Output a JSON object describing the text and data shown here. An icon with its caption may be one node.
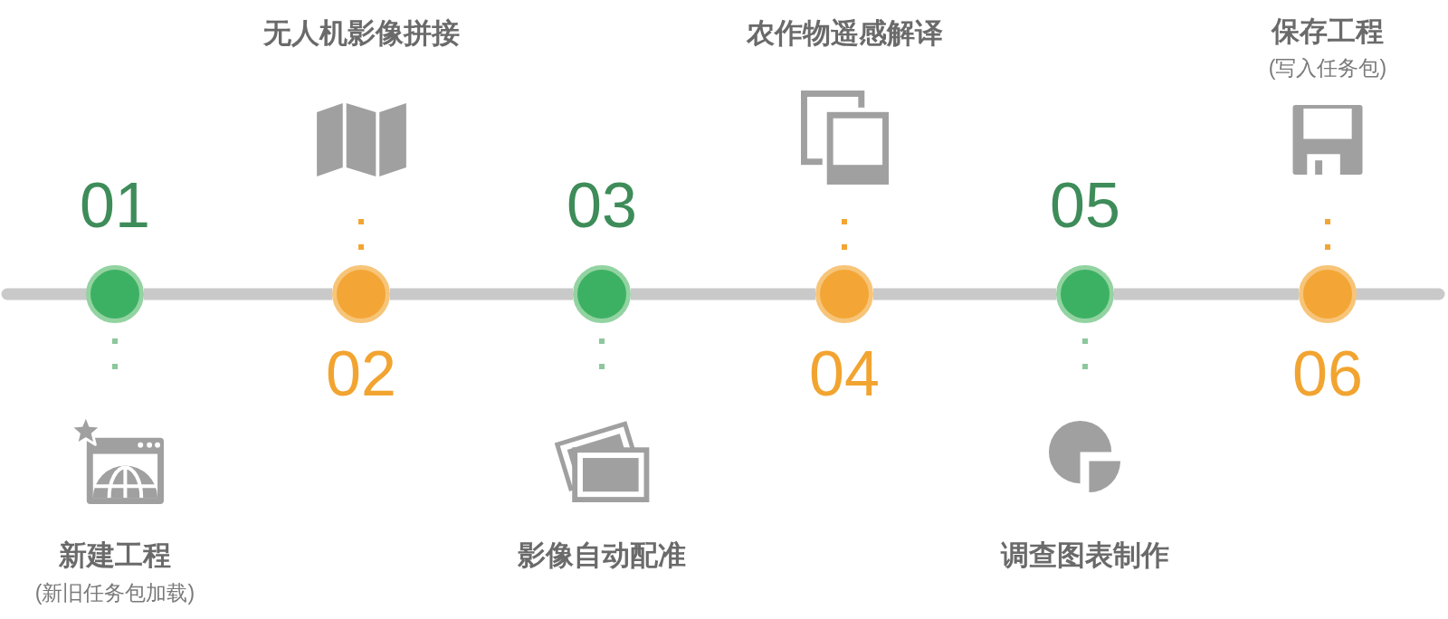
{
  "diagram": {
    "nodes": [
      {
        "text": [],
        "shape": "circle",
        "beside": [
          "01"
        ]
      },
      {
        "text": [
          "新建工程",
          "(新旧任务包加载)"
        ]
      },
      {
        "text": [],
        "shape": "circle",
        "beside": [
          "02"
        ]
      },
      {
        "text": [
          "无人机影像拼接"
        ]
      },
      {
        "text": [],
        "shape": "circle",
        "beside": [
          "03"
        ]
      },
      {
        "text": [
          "影像自动配准"
        ]
      },
      {
        "text": [],
        "shape": "circle",
        "beside": [
          "04"
        ]
      },
      {
        "text": [
          "农作物遥感解译"
        ]
      },
      {
        "text": [],
        "shape": "circle",
        "beside": [
          "05"
        ]
      },
      {
        "text": [
          "调查图表制作"
        ]
      },
      {
        "text": [],
        "shape": "circle",
        "beside": [
          "06"
        ]
      },
      {
        "text": [
          "保存工程",
          "(写入任务包)"
        ]
      }
    ],
    "edges": [
      {
        "from": null,
        "to": 0,
        "arrow": "none"
      },
      {
        "from": 0,
        "to": 2,
        "arrow": "none"
      },
      {
        "from": 2,
        "to": 4,
        "arrow": "none"
      },
      {
        "from": 4,
        "to": 6,
        "arrow": "none"
      },
      {
        "from": 6,
        "to": 8,
        "arrow": "none"
      },
      {
        "from": 8,
        "to": 10,
        "arrow": "none"
      },
      {
        "from": 10,
        "to": null,
        "arrow": "none"
      },
      {
        "from": 0,
        "to": 1,
        "arrow": "none",
        "style": "dashed",
        "color": "#8cc89c"
      },
      {
        "from": 2,
        "to": 3,
        "arrow": "none",
        "style": "dashed",
        "color": "#f3a533"
      },
      {
        "from": 4,
        "to": 5,
        "arrow": "none",
        "style": "dashed",
        "color": "#8cc89c"
      },
      {
        "from": 6,
        "to": 7,
        "arrow": "none",
        "style": "dashed",
        "color": "#f3a533"
      },
      {
        "from": 8,
        "to": 9,
        "arrow": "none",
        "style": "dashed",
        "color": "#8cc89c"
      },
      {
        "from": 10,
        "to": 11,
        "arrow": "none",
        "style": "dashed",
        "color": "#f3a533"
      }
    ]
  }
}
